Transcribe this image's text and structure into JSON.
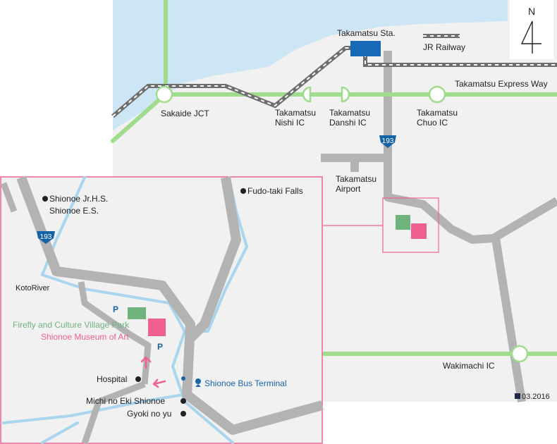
{
  "colors": {
    "sea": "#cde6f6",
    "land": "#f1f1f1",
    "road": "#b3b3b3",
    "expressway": "#9fdc8b",
    "railway": "#6e6e6e",
    "river": "#a9d5ee",
    "accent_pink": "#f06292",
    "museum_pink": "#ef5f91",
    "park_green": "#6fb37c",
    "station_blue": "#1769b8",
    "route_blue": "#1462a6",
    "bus_blue": "#1a64a8"
  },
  "compass": {
    "label": "N"
  },
  "overview": {
    "station": "Takamatsu Sta.",
    "railway_legend": "JR Railway",
    "expressway_label": "Takamatsu Express Way",
    "sakaide_jct": "Sakaide JCT",
    "nishi_ic": [
      "Takamatsu",
      "Nishi IC"
    ],
    "danshi_ic": [
      "Takamatsu",
      "Danshi IC"
    ],
    "chuo_ic": [
      "Takamatsu",
      "Chuo IC"
    ],
    "route_number": "193",
    "airport": [
      "Takamatsu",
      "Airport"
    ],
    "wakimachi_ic": "Wakimachi IC",
    "date_note": "03.2016"
  },
  "inset": {
    "route_number": "193",
    "shionoe_schools": [
      "Shionoe Jr.H.S.",
      "Shionoe E.S."
    ],
    "fudo_taki": "Fudo-taki Falls",
    "koto_river": "KotoRiver",
    "parking": "P",
    "firefly_park": "Firefly and Culture Village Park",
    "museum": "Shionoe Museum of Art",
    "hospital": "Hospital",
    "bus_terminal": "Shionoe Bus Terminal",
    "michi_no_eki": "Michi no Eki Shionoe",
    "gyoki_no_yu": "Gyoki no yu"
  }
}
